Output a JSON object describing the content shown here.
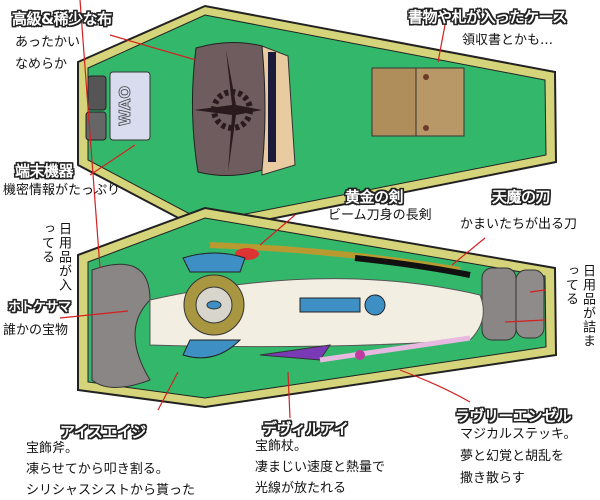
{
  "upper_coffin": {
    "fabric": {
      "title": "高級&稀少な布",
      "desc": [
        "あったかい",
        "なめらか"
      ]
    },
    "case": {
      "title": "書物や札が入ったケース",
      "desc": [
        "領収書とかも…"
      ]
    },
    "device": {
      "title": "端末機器",
      "desc": [
        "機密情報がたっぷり"
      ],
      "logo": "WAO"
    }
  },
  "lower_coffin": {
    "golden_sword": {
      "title": "黄金の剣",
      "desc": [
        "ビーム刀身の長剣"
      ]
    },
    "demon_blade": {
      "title": "天魔の刀",
      "desc": [
        "かまいたちが出る刀"
      ]
    },
    "supplies_left": {
      "text": "日用品が入ってる"
    },
    "supplies_right": {
      "text": "日用品が詰まってる"
    },
    "hotokesama": {
      "title": "ホトケサマ",
      "desc": [
        "誰かの宝物"
      ]
    },
    "ice_age": {
      "title": "アイスエイジ",
      "desc": [
        "宝飾斧。",
        "凍らせてから叩き割る。",
        "シリシャスシストから貰った"
      ]
    },
    "devil_eye": {
      "title": "デヴィルアイ",
      "desc": [
        "宝飾杖。",
        "凄まじい速度と熱量で",
        "光線が放たれる"
      ]
    },
    "lovely_angel": {
      "title": "ラヴリーエンゼル",
      "desc": [
        "マジカルステッキ。",
        "夢と幻覚と胡乱を",
        "撒き散らす"
      ]
    }
  },
  "colors": {
    "coffin_rim": "#d6d47a",
    "coffin_inner": "#33b86b",
    "leader_line": "#d42020",
    "fabric": "#6e5c5e",
    "case": "#b08e5c",
    "cushion": "#8a8686",
    "blue": "#3d8fc4"
  }
}
